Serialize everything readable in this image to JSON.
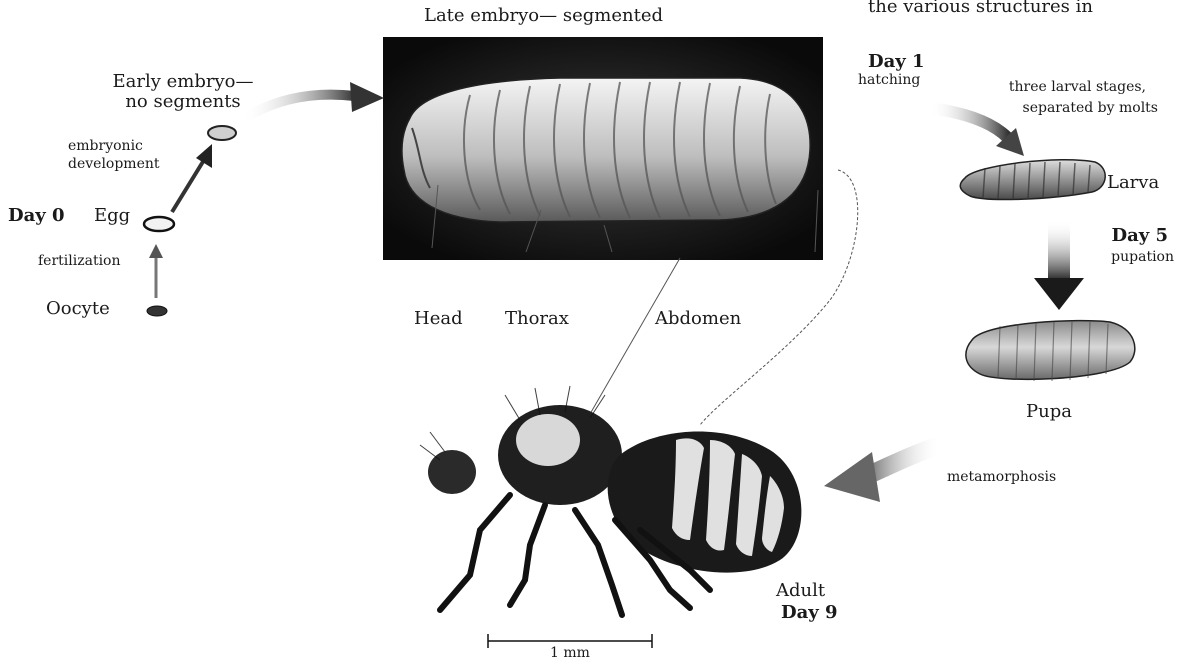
{
  "figure": {
    "clipped_text": "the various structures in",
    "late_embryo": "Late embryo— segmented",
    "early_embryo_line1": "Early embryo—",
    "early_embryo_line2": "no segments",
    "embryonic_dev_line1": "embryonic",
    "embryonic_dev_line2": "development",
    "day0": "Day 0",
    "egg": "Egg",
    "fertilization": "fertilization",
    "oocyte": "Oocyte",
    "head": "Head",
    "thorax": "Thorax",
    "abdomen": "Abdomen",
    "day1": "Day 1",
    "hatching": "hatching",
    "larval_stages_line1": "three larval stages,",
    "larval_stages_line2": "separated by molts",
    "larva": "Larva",
    "day5": "Day 5",
    "pupation": "pupation",
    "pupa": "Pupa",
    "metamorphosis": "metamorphosis",
    "adult": "Adult",
    "day9": "Day 9",
    "scale_bar": "1 mm"
  },
  "colors": {
    "photo_background": "#0c0c0c",
    "ink": "#1a1a1a"
  }
}
